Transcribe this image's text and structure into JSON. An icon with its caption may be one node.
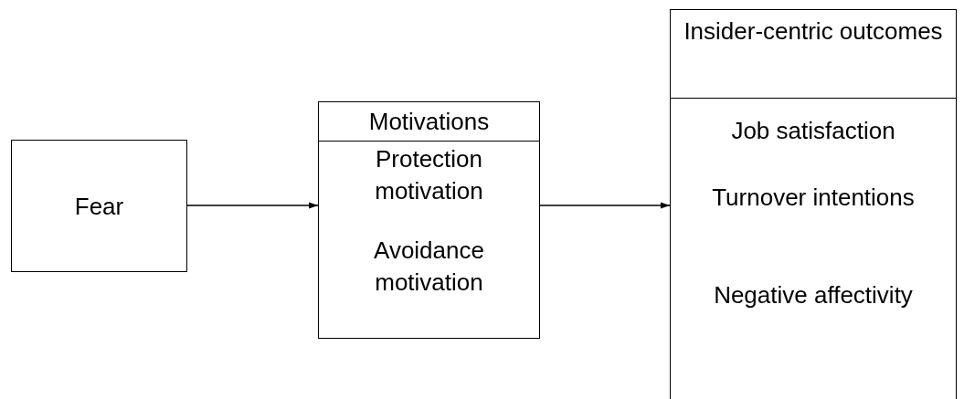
{
  "diagram": {
    "nodes": [
      {
        "text": [
          "Fear"
        ]
      },
      {
        "text": [
          "Motivations",
          "Protection motivation",
          "Avoidance motivation"
        ]
      },
      {
        "text": [
          "Insider-centric outcomes",
          "Job satisfaction",
          "Turnover intentions",
          "Negative affectivity"
        ]
      }
    ],
    "edges": [
      {
        "from": 0,
        "to": 1,
        "arrow": "to"
      },
      {
        "from": 1,
        "to": 2,
        "arrow": "to"
      }
    ]
  }
}
